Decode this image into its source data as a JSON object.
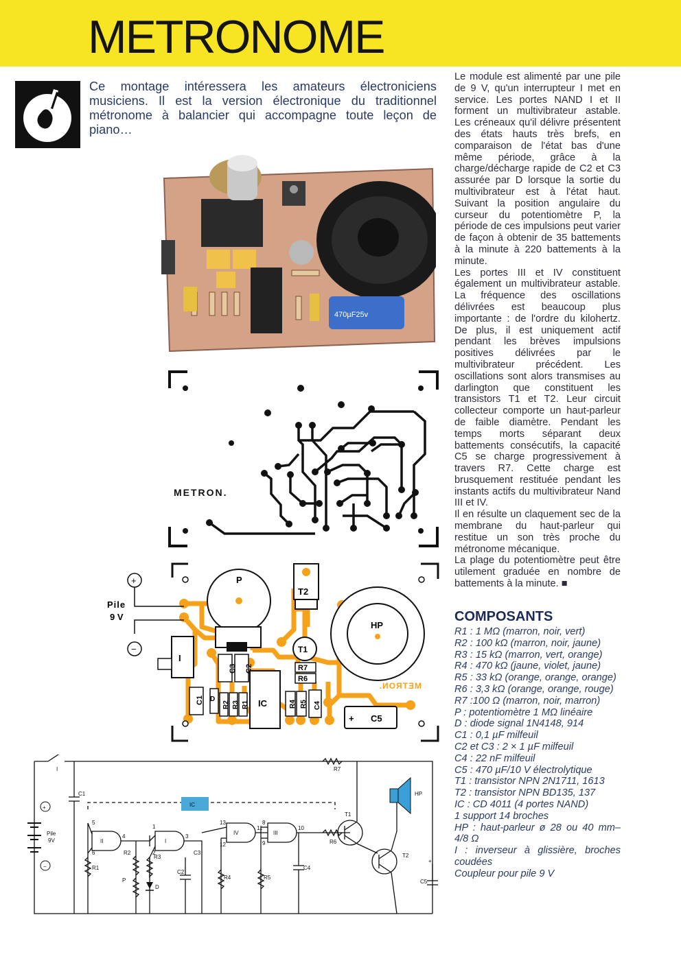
{
  "header": {
    "title": "METRONOME",
    "banner_color": "#f7e524"
  },
  "intro": "Ce montage intéressera les amateurs électroniciens musiciens. Il est la version électronique du traditionnel métronome à balancier qui accompagne toute leçon de piano…",
  "body_paragraphs": [
    "Le module est alimenté par une pile de 9 V, qu'un interrupteur I met en service. Les portes NAND I et II forment un multivibrateur astable. Les créneaux qu'il délivre présentent des états hauts très brefs, en comparaison de l'état bas d'une même période, grâce à la charge/décharge rapide de C2 et C3 assurée par D lorsque la sortie du multivibrateur est à l'état haut. Suivant la position angulaire du curseur du potentiomètre P, la période de ces impulsions peut varier de façon à obtenir de 35 battements à la minute à 220 battements à la minute.",
    "Les portes III et IV constituent également un multivibrateur astable. La fréquence des oscillations délivrées est beaucoup plus importante : de l'ordre du kilohertz. De plus, il est uniquement actif pendant les brèves impulsions positives délivrées par le multivibrateur précédent. Les oscillations sont alors transmises au darlington que constituent les transistors T1 et T2. Leur circuit collecteur comporte un haut-parleur de faible diamètre. Pendant les temps morts séparant deux battements consécutifs, la capacité C5 se charge progressivement à travers R7. Cette charge est brusquement restituée pendant les instants actifs du multivibrateur Nand III et IV.",
    "Il en résulte un claquement sec de la membrane du haut-parleur qui restitue un son très proche du métronome mécanique.",
    "La plage du potentiomètre peut être utilement graduée en nombre de battements à la minute. ■"
  ],
  "components": {
    "heading": "COMPOSANTS",
    "items": [
      "R1 : 1 MΩ (marron, noir, vert)",
      "R2 : 100 kΩ (marron, noir, jaune)",
      "R3 : 15 kΩ (marron, vert, orange)",
      "R4 : 470 kΩ (jaune, violet, jaune)",
      "R5 : 33 kΩ (orange, orange, orange)",
      "R6 : 3,3 kΩ (orange, orange, rouge)",
      "R7 :100 Ω (marron, noir, marron)",
      "P : potentiomètre 1 MΩ linéaire",
      "D : diode signal 1N4148, 914",
      "C1 : 0,1 µF milfeuil",
      "C2 et C3 : 2 × 1 µF milfeuil",
      "C4 : 22 nF milfeuil",
      "C5 : 470 µF/10 V électrolytique",
      "T1 : transistor NPN 2N1711, 1613",
      "T2 : transistor NPN BD135, 137",
      "IC : CD 4011 (4 portes NAND)",
      "1 support 14 broches",
      "HP : haut-parleur ø 28 ou 40 mm– 4/8 Ω",
      "I : inverseur à glissière, broches coudées",
      "Coupleur pour pile 9 V"
    ]
  },
  "photo": {
    "capacitor_label": "470µF25v"
  },
  "pcb": {
    "label": "METRON."
  },
  "layout": {
    "pot": "P",
    "t2": "T2",
    "t1": "T1",
    "hp": "HP",
    "battery": "Pile",
    "voltage": "9 V",
    "plus": "+",
    "minus": "−",
    "switch": "I",
    "r7": "R7",
    "r6": "R6",
    "c3": "C3",
    "c2": "C2",
    "c1": "C1",
    "d": "D",
    "r2": "R2",
    "r3": "R3",
    "r1": "R1",
    "ic": "IC",
    "r4": "R4",
    "r5": "R5",
    "c4": "C4",
    "c5": "C5",
    "c5_plus": "+",
    "mirror": "METRON.",
    "trace_color": "#f5a21a"
  },
  "schematic": {
    "switch": "I",
    "c1": "C1",
    "pile": "Pile",
    "volt": "9V",
    "plus": "+",
    "minus": "−",
    "ic": "IC",
    "g2": "II",
    "g1": "I",
    "g4": "IV",
    "g3": "III",
    "p5": "5",
    "p6": "6",
    "p4": "4",
    "p1": "1",
    "p2": "2",
    "p3": "3",
    "p13": "13",
    "p12": "12",
    "p11": "11",
    "p8": "8",
    "p9": "9",
    "p10": "10",
    "r1": "R1",
    "r2": "R2",
    "r3": "R3",
    "p": "P",
    "d": "D",
    "c2": "C2",
    "c3": "C3",
    "r4": "R4",
    "r5": "R5",
    "c4": "C4",
    "r6": "R6",
    "r7": "R7",
    "t1": "T1",
    "t2": "T2",
    "hp": "HP",
    "c5": "C5",
    "c5_plus": "+",
    "ic_color": "#4aa8d8",
    "hp_color": "#3a9fd6"
  }
}
